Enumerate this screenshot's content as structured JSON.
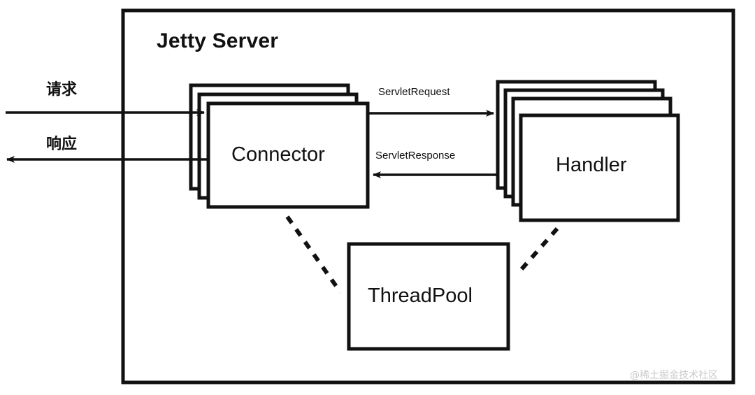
{
  "diagram": {
    "title": "Jetty Server",
    "watermark": "@稀土掘金技术社区",
    "nodes": {
      "connector": {
        "label": "Connector",
        "stack_count": 3
      },
      "handler": {
        "label": "Handler",
        "stack_count": 4
      },
      "threadpool": {
        "label": "ThreadPool",
        "stack_count": 1
      }
    },
    "edges": {
      "inbound_request": "请求",
      "outbound_response": "响应",
      "servlet_request": "ServletRequest",
      "servlet_response": "ServletResponse",
      "connector_threadpool": "",
      "handler_threadpool": ""
    },
    "colors": {
      "stroke": "#111111",
      "fill": "#ffffff",
      "background": "#ffffff",
      "watermark": "#c9c9c9"
    }
  }
}
